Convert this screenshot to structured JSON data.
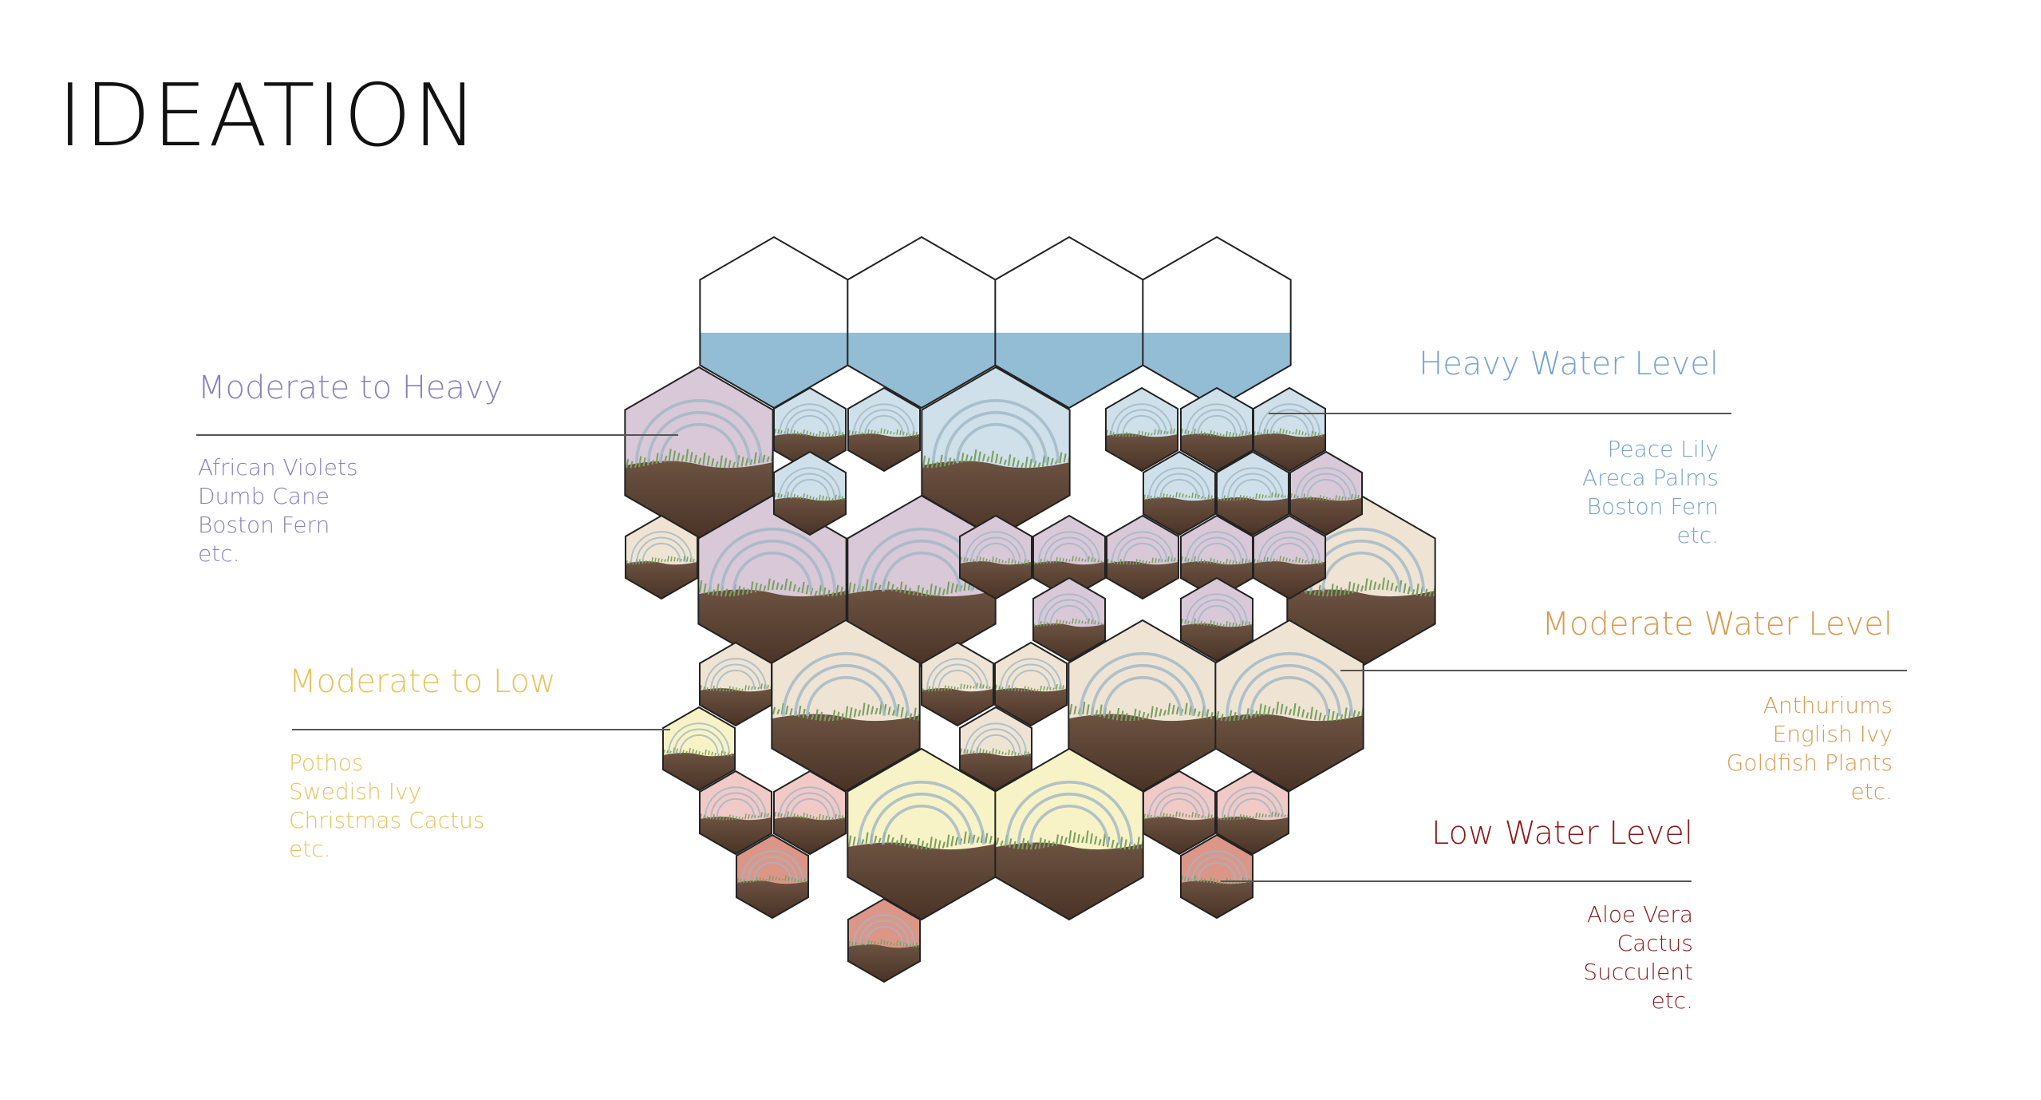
{
  "page": {
    "title": "IDEATION"
  },
  "legend": [
    {
      "id": "heavy",
      "heading": "Heavy Water Level",
      "color": "#7aa3cf",
      "plants": [
        "Peace Lily",
        "Areca Palms",
        "Boston Fern",
        "etc."
      ]
    },
    {
      "id": "moderate-heavy",
      "heading": "Moderate to Heavy",
      "color": "#8a7fbf",
      "plants": [
        "African Violets",
        "Dumb Cane",
        "Boston Fern",
        "etc."
      ]
    },
    {
      "id": "moderate",
      "heading": "Moderate Water Level",
      "color": "#d99a4e",
      "plants": [
        "Anthuriums",
        "English Ivy",
        "Goldfish Plants",
        "etc."
      ]
    },
    {
      "id": "moderate-low",
      "heading": "Moderate to Low",
      "color": "#e8c25a",
      "plants": [
        "Pothos",
        "Swedish Ivy",
        "Christmas Cactus",
        "etc."
      ]
    },
    {
      "id": "low",
      "heading": "Low Water Level",
      "color": "#8b1a1a",
      "plants": [
        "Aloe Vera",
        "Cactus",
        "Succulent",
        "etc."
      ]
    }
  ],
  "tile_colors": {
    "water": "#93bcd5",
    "heavy": "#cfe0ea",
    "moderate-heavy": "#d9c8d8",
    "moderate": "#efe4d4",
    "moderate-low": "#f8f3c6",
    "low-pink": "#f1c9c7",
    "low": "#dc9688",
    "soil": "#5e4636",
    "grass": "#7aa062",
    "outline": "#222222",
    "rings": "#9fb6c6"
  }
}
